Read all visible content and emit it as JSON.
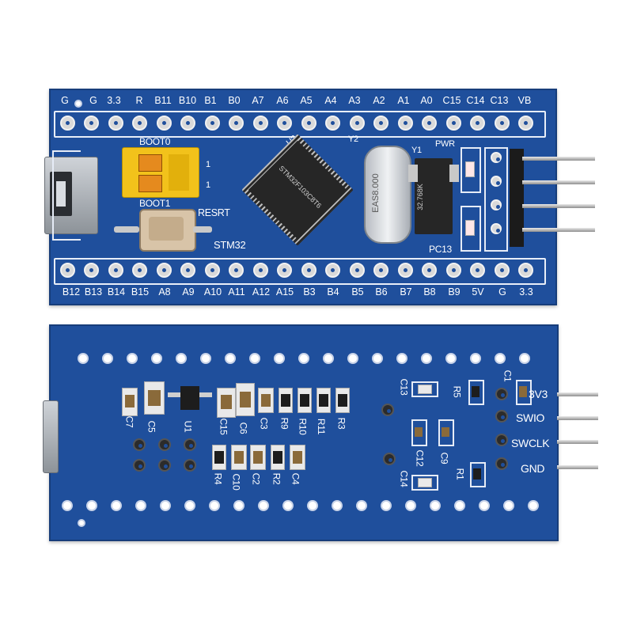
{
  "top_board": {
    "top_pins": [
      "G",
      "G",
      "3.3",
      "R",
      "B11",
      "B10",
      "B1",
      "B0",
      "A7",
      "A6",
      "A5",
      "A4",
      "A3",
      "A2",
      "A1",
      "A0",
      "C15",
      "C14",
      "C13",
      "VB"
    ],
    "bottom_pins": [
      "B12",
      "B13",
      "B14",
      "B15",
      "A8",
      "A9",
      "A10",
      "A11",
      "A12",
      "A15",
      "B3",
      "B4",
      "B5",
      "B6",
      "B7",
      "B8",
      "B9",
      "5V",
      "G",
      "3.3"
    ],
    "boot0": "BOOT0",
    "boot1": "BOOT1",
    "reset": "RESRT",
    "mcu_silk": "STM32",
    "u2": "U2",
    "y2": "Y2",
    "y1": "Y1",
    "pwr": "PWR",
    "pc13": "PC13",
    "crystal_text": "EAS8.000",
    "chip_text": "STM32F103C8T6",
    "rtc_xtal": "32.768K",
    "jumper_one_a": "1",
    "jumper_one_b": "1"
  },
  "bottom_board": {
    "labels_right": [
      "3V3",
      "SWIO",
      "SWCLK",
      "GND"
    ],
    "components": [
      "C7",
      "C5",
      "U1",
      "C15",
      "C6",
      "C3",
      "R9",
      "R10",
      "R11",
      "R3",
      "R4",
      "C10",
      "C2",
      "R2",
      "C4",
      "C13",
      "R5",
      "C1",
      "C12",
      "C9",
      "C14",
      "R1"
    ]
  }
}
